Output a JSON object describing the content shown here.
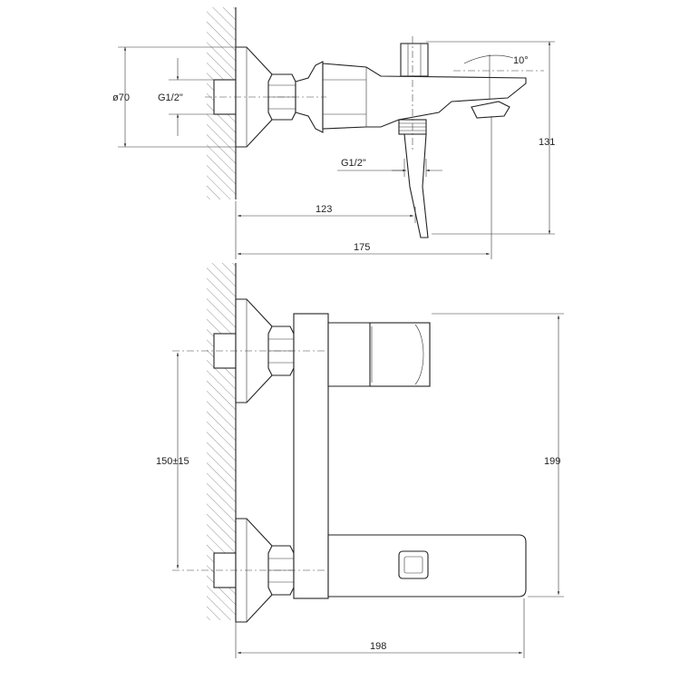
{
  "top_view": {
    "dim_diameter": "ø70",
    "dim_thread_inlet": "G1/2\"",
    "dim_thread_outlet": "G1/2\"",
    "dim_angle": "10°",
    "dim_height": "131",
    "dim_depth_outlet": "123",
    "dim_depth_total": "175"
  },
  "front_view": {
    "dim_centers": "150±15",
    "dim_height": "199",
    "dim_length": "198"
  }
}
